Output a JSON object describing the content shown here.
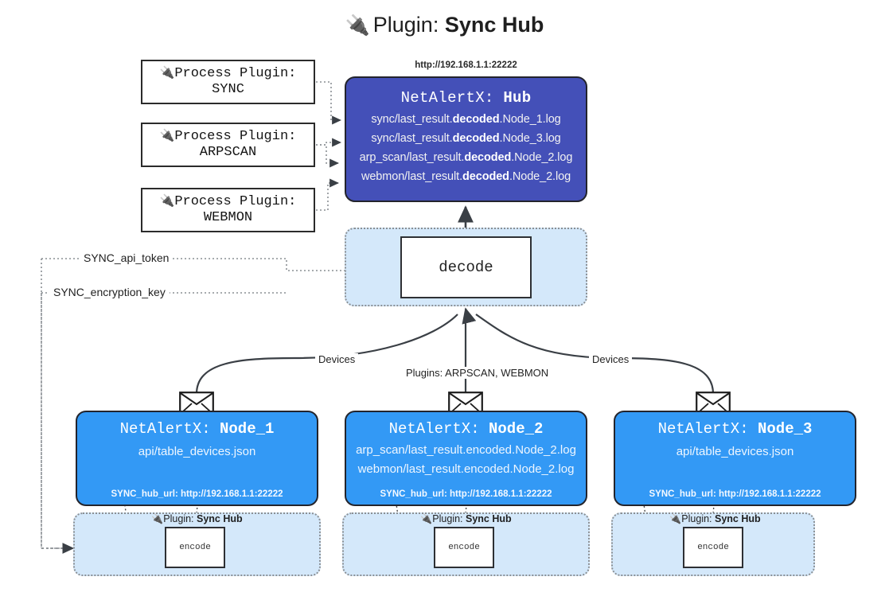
{
  "title": {
    "plug_icon": "🔌",
    "prefix": "Plugin: ",
    "name": "Sync Hub"
  },
  "process_plugins": [
    {
      "icon": "🔌",
      "line1": "Process Plugin:",
      "line2": "SYNC"
    },
    {
      "icon": "🔌",
      "line1": "Process Plugin:",
      "line2": "ARPSCAN"
    },
    {
      "icon": "🔌",
      "line1": "Process Plugin:",
      "line2": "WEBMON"
    }
  ],
  "hub": {
    "url": "http://192.168.1.1:22222",
    "title_prefix": "NetAlertX: ",
    "title_name": "Hub",
    "lines": [
      {
        "pre": "sync/last_result.",
        "bold": "decoded",
        "post": ".Node_1.log"
      },
      {
        "pre": "sync/last_result.",
        "bold": "decoded",
        "post": ".Node_3.log"
      },
      {
        "pre": "arp_scan/last_result.",
        "bold": "decoded",
        "post": ".Node_2.log"
      },
      {
        "pre": "webmon/last_result.",
        "bold": "decoded",
        "post": ".Node_2.log"
      }
    ]
  },
  "decode": {
    "label": "decode"
  },
  "edge_labels": {
    "left_devices": "Devices",
    "center_plugins": "Plugins: ARPSCAN, WEBMON",
    "right_devices": "Devices"
  },
  "keys": {
    "api_token": "SYNC_api_token",
    "encryption_key": "SYNC_encryption_key"
  },
  "nodes": [
    {
      "title_prefix": "NetAlertX: ",
      "title_name": "Node_1",
      "lines": [
        "api/table_devices.json"
      ],
      "hub_url": "SYNC_hub_url: http://192.168.1.1:22222",
      "envelope_icon": "envelope-icon"
    },
    {
      "title_prefix": "NetAlertX: ",
      "title_name": "Node_2",
      "lines": [
        "arp_scan/last_result.encoded.Node_2.log",
        "webmon/last_result.encoded.Node_2.log"
      ],
      "hub_url": "SYNC_hub_url: http://192.168.1.1:22222",
      "envelope_icon": "envelope-icon"
    },
    {
      "title_prefix": "NetAlertX: ",
      "title_name": "Node_3",
      "lines": [
        "api/table_devices.json"
      ],
      "hub_url": "SYNC_hub_url: http://192.168.1.1:22222",
      "envelope_icon": "envelope-icon"
    }
  ],
  "encode_groups": [
    {
      "plug_icon": "🔌",
      "label_prefix": "Plugin: ",
      "label_name": "Sync Hub",
      "box": "encode"
    },
    {
      "plug_icon": "🔌",
      "label_prefix": "Plugin: ",
      "label_name": "Sync Hub",
      "box": "encode"
    },
    {
      "plug_icon": "🔌",
      "label_prefix": "Plugin: ",
      "label_name": "Sync Hub",
      "box": "encode"
    }
  ],
  "colors": {
    "hub_fill": "#4450b8",
    "node_fill": "#3399f5",
    "group_fill": "#d4e8fa",
    "stroke": "#23242c",
    "dotted": "#8a8f94"
  }
}
